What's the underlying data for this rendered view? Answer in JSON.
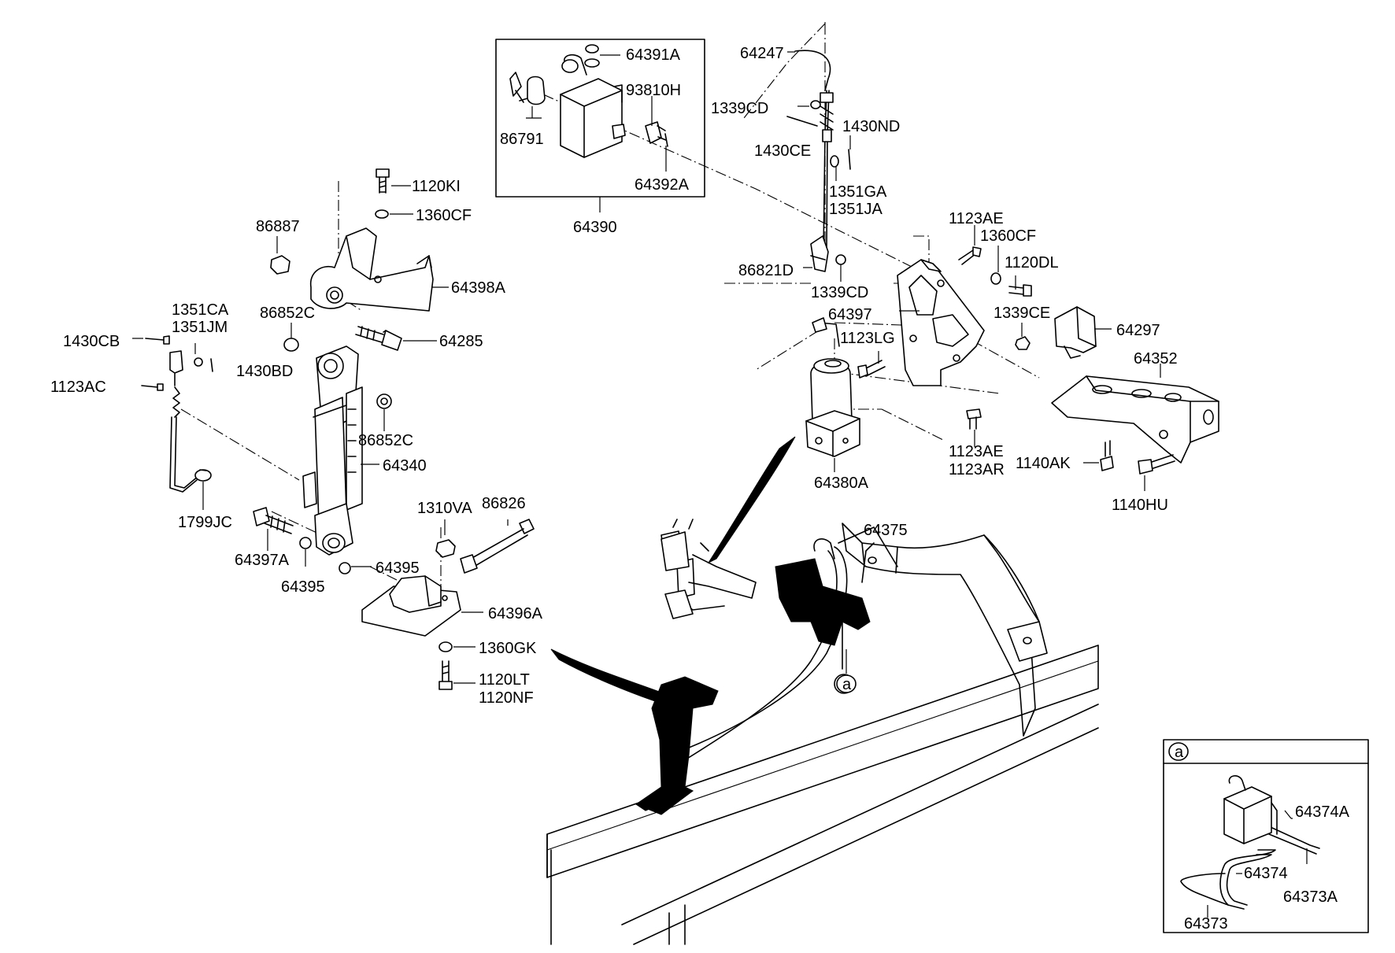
{
  "labels": {
    "p64391A": "64391A",
    "p93810H": "93810H",
    "p86791": "86791",
    "p64392A": "64392A",
    "p64390": "64390",
    "p64247": "64247",
    "p1339CD_top": "1339CD",
    "p1430ND": "1430ND",
    "p1430CE": "1430CE",
    "p1351GA": "1351GA",
    "p1351JA": "1351JA",
    "p1120KI": "1120KI",
    "p1360CF_left": "1360CF",
    "p86887": "86887",
    "p64398A": "64398A",
    "p86852C_top": "86852C",
    "p64285": "64285",
    "p1351CA": "1351CA",
    "p1351JM": "1351JM",
    "p1430CB": "1430CB",
    "p1430BD": "1430BD",
    "p1123AC": "1123AC",
    "p86852C_mid": "86852C",
    "p64340": "64340",
    "p1799JC": "1799JC",
    "p64397A": "64397A",
    "p64395_left": "64395",
    "p64395_right": "64395",
    "p1310VA": "1310VA",
    "p86826": "86826",
    "p64396A": "64396A",
    "p1360GK": "1360GK",
    "p1120LT": "1120LT",
    "p1120NF": "1120NF",
    "p1123AE_top": "1123AE",
    "p1360CF_right": "1360CF",
    "p1120DL": "1120DL",
    "p86821D": "86821D",
    "p1339CD_mid": "1339CD",
    "p64397": "64397",
    "p1339CE": "1339CE",
    "p64297": "64297",
    "p1123LG": "1123LG",
    "p64352": "64352",
    "p1123AE_bot": "1123AE",
    "p1123AR": "1123AR",
    "p1140AK": "1140AK",
    "p1140HU": "1140HU",
    "p64380A": "64380A",
    "p64375": "64375",
    "callout_a": "a",
    "detail_a_header": "a",
    "p64374A": "64374A",
    "p64374": "64374",
    "p64373A": "64373A",
    "p64373": "64373"
  }
}
